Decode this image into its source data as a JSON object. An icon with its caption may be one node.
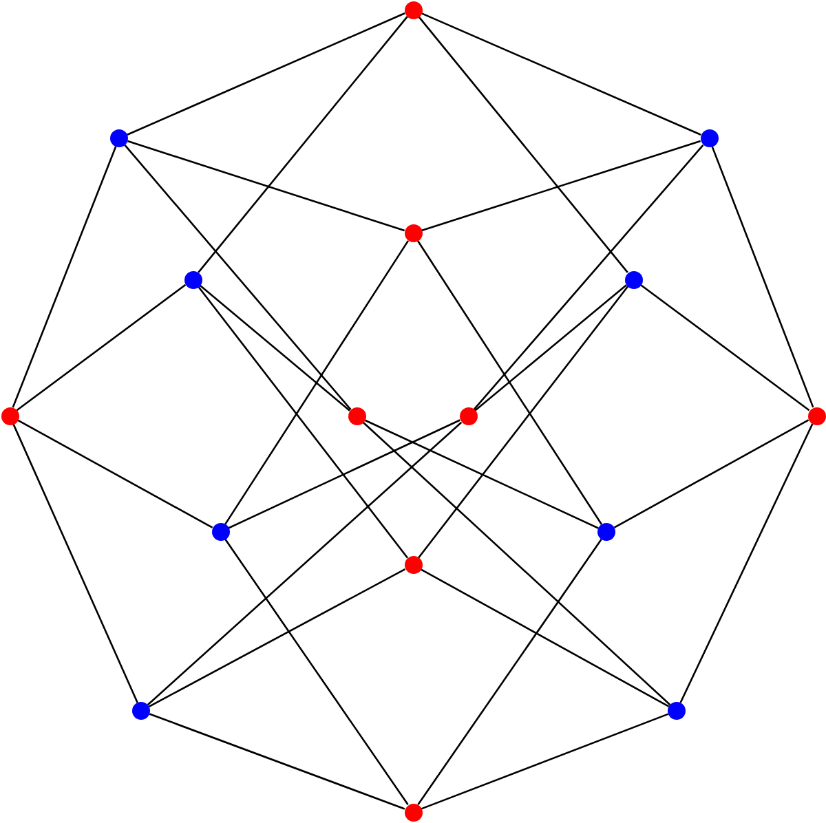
{
  "diagram": {
    "nodes": [
      {
        "text": [],
        "shape": "circle"
      },
      {
        "text": [],
        "shape": "circle"
      },
      {
        "text": [],
        "shape": "circle"
      },
      {
        "text": [],
        "shape": "circle"
      },
      {
        "text": [],
        "shape": "circle"
      },
      {
        "text": [],
        "shape": "circle"
      },
      {
        "text": [],
        "shape": "circle"
      },
      {
        "text": [],
        "shape": "circle"
      },
      {
        "text": [],
        "shape": "circle"
      },
      {
        "text": [],
        "shape": "circle"
      },
      {
        "text": [],
        "shape": "circle"
      },
      {
        "text": [],
        "shape": "circle"
      },
      {
        "text": [],
        "shape": "circle"
      },
      {
        "text": [],
        "shape": "circle"
      },
      {
        "text": [],
        "shape": "circle"
      },
      {
        "text": [],
        "shape": "circle"
      }
    ],
    "edges": [
      {
        "from": 0,
        "to": 1,
        "arrow": "none"
      },
      {
        "from": 0,
        "to": 2,
        "arrow": "none"
      },
      {
        "from": 0,
        "to": 4,
        "arrow": "none"
      },
      {
        "from": 0,
        "to": 5,
        "arrow": "none"
      },
      {
        "from": 1,
        "to": 3,
        "arrow": "none"
      },
      {
        "from": 1,
        "to": 6,
        "arrow": "none"
      },
      {
        "from": 1,
        "to": 7,
        "arrow": "none"
      },
      {
        "from": 2,
        "to": 3,
        "arrow": "none"
      },
      {
        "from": 2,
        "to": 8,
        "arrow": "none"
      },
      {
        "from": 2,
        "to": 9,
        "arrow": "none"
      },
      {
        "from": 3,
        "to": 10,
        "arrow": "none"
      },
      {
        "from": 3,
        "to": 11,
        "arrow": "none"
      },
      {
        "from": 4,
        "to": 6,
        "arrow": "none"
      },
      {
        "from": 4,
        "to": 7,
        "arrow": "none"
      },
      {
        "from": 4,
        "to": 12,
        "arrow": "none"
      },
      {
        "from": 5,
        "to": 8,
        "arrow": "none"
      },
      {
        "from": 5,
        "to": 9,
        "arrow": "none"
      },
      {
        "from": 5,
        "to": 12,
        "arrow": "none"
      },
      {
        "from": 6,
        "to": 10,
        "arrow": "none"
      },
      {
        "from": 6,
        "to": 13,
        "arrow": "none"
      },
      {
        "from": 7,
        "to": 11,
        "arrow": "none"
      },
      {
        "from": 7,
        "to": 14,
        "arrow": "none"
      },
      {
        "from": 8,
        "to": 10,
        "arrow": "none"
      },
      {
        "from": 8,
        "to": 13,
        "arrow": "none"
      },
      {
        "from": 9,
        "to": 11,
        "arrow": "none"
      },
      {
        "from": 9,
        "to": 14,
        "arrow": "none"
      },
      {
        "from": 10,
        "to": 15,
        "arrow": "none"
      },
      {
        "from": 11,
        "to": 15,
        "arrow": "none"
      },
      {
        "from": 12,
        "to": 13,
        "arrow": "none"
      },
      {
        "from": 12,
        "to": 14,
        "arrow": "none"
      },
      {
        "from": 13,
        "to": 15,
        "arrow": "none"
      },
      {
        "from": 14,
        "to": 15,
        "arrow": "none"
      }
    ]
  }
}
